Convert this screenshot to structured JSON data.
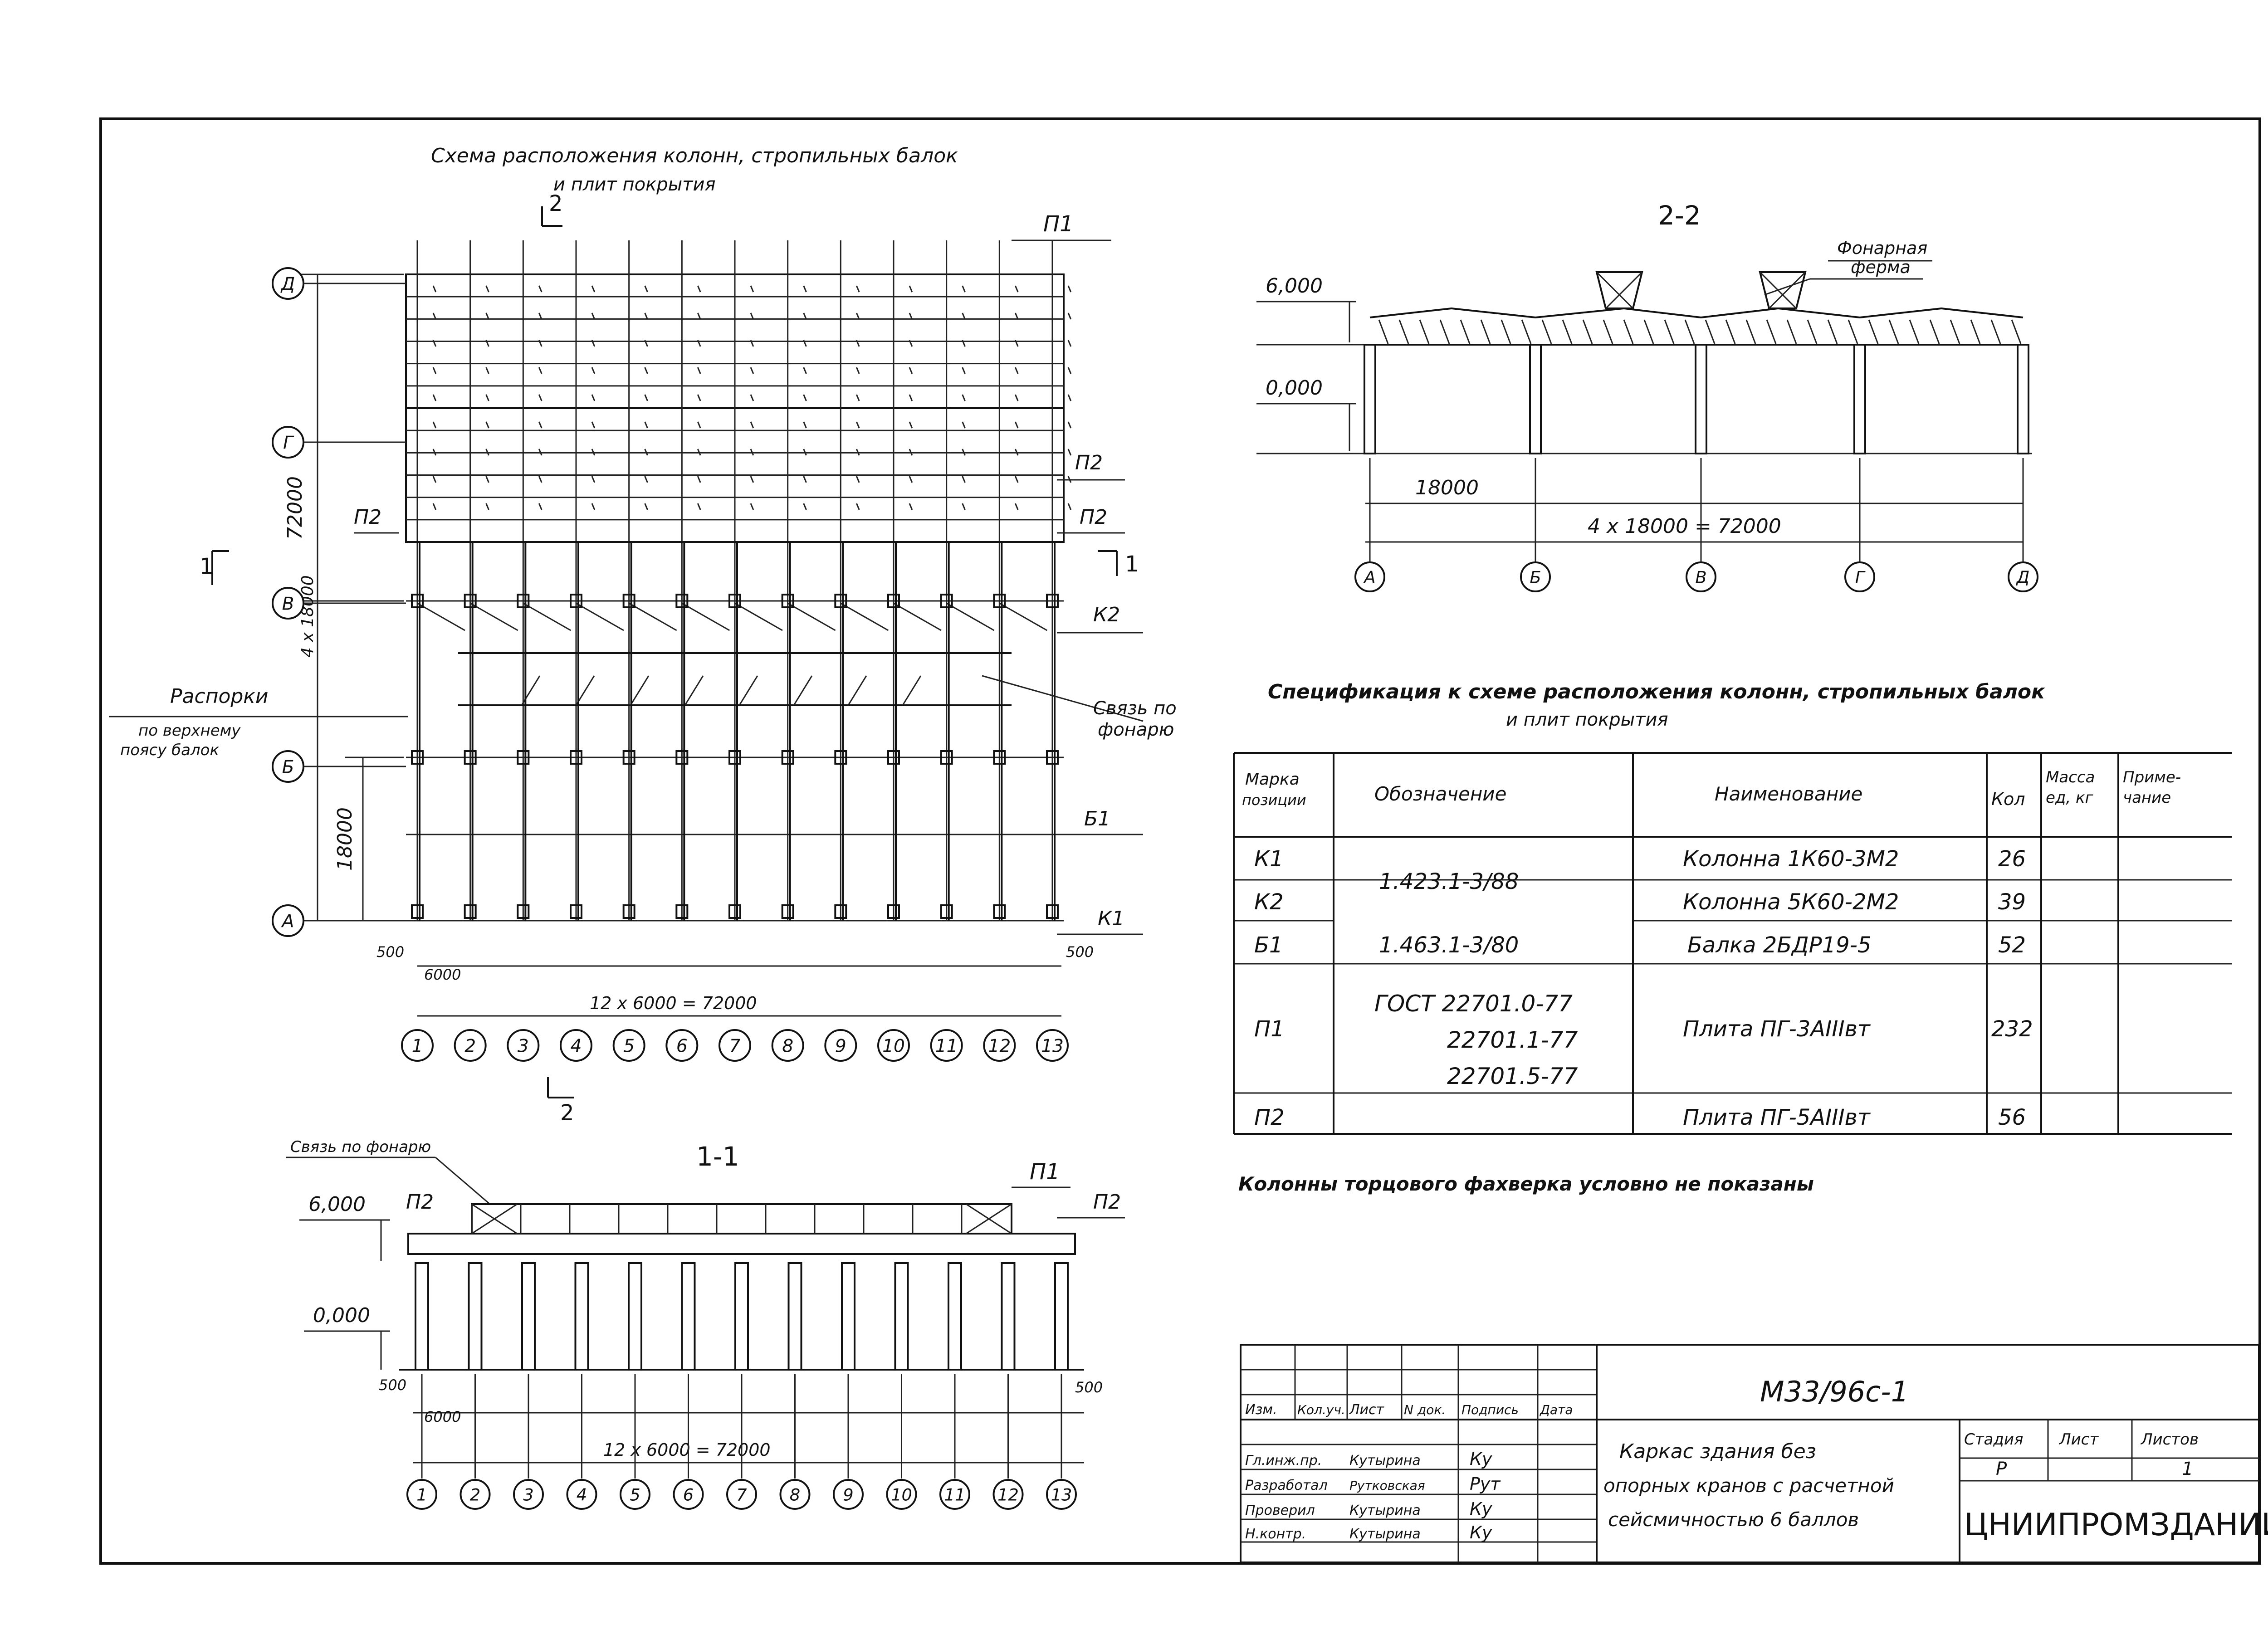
{
  "plan": {
    "title_line1": "Схема расположения колонн, стропильных балок",
    "title_line2": "и плит покрытия",
    "axes_cols": [
      "1",
      "2",
      "3",
      "4",
      "5",
      "6",
      "7",
      "8",
      "9",
      "10",
      "11",
      "12",
      "13"
    ],
    "axes_rows": [
      "Д",
      "Г",
      "В",
      "Б",
      "А"
    ],
    "labels": {
      "p1": "П1",
      "p2": "П2",
      "k1": "К1",
      "k2": "К2",
      "b1": "Б1"
    },
    "section_2": "2",
    "section_1": "1",
    "dim_72000": "72000",
    "dim_4x18000": "4 х 18000",
    "dim_18000": "18000",
    "dim_500": "500",
    "dim_6000": "6000",
    "dim_total": "12 х 6000 = 72000",
    "raspor_line1": "Распорки",
    "raspor_line2": "по верхнему",
    "raspor_line3": "поясу балок",
    "svyaz_line1": "Связь по",
    "svyaz_line2": "фонарю"
  },
  "section22": {
    "title": "2-2",
    "fonar_line1": "Фонарная",
    "fonar_line2": "ферма",
    "level_top": "6,000",
    "level_zero": "0,000",
    "dim_18000": "18000",
    "dim_total": "4 х 18000 = 72000",
    "axes": [
      "А",
      "Б",
      "В",
      "Г",
      "Д"
    ]
  },
  "section11": {
    "title": "1-1",
    "svyaz": "Связь по фонарю",
    "p1": "П1",
    "p2_left": "П2",
    "p2_right": "П2",
    "level_top": "6,000",
    "level_zero": "0,000",
    "dim_500": "500",
    "dim_6000": "6000",
    "dim_total": "12 х 6000 = 72000",
    "axes": [
      "1",
      "2",
      "3",
      "4",
      "5",
      "6",
      "7",
      "8",
      "9",
      "10",
      "11",
      "12",
      "13"
    ]
  },
  "spec": {
    "title_line1": "Спецификация к схеме расположения колонн, стропильных балок",
    "title_line2": "и плит покрытия",
    "headers": {
      "mark_line1": "Марка",
      "mark_line2": "позиции",
      "designation": "Обозначение",
      "name": "Наименование",
      "qty": "Кол",
      "mass_line1": "Масса",
      "mass_line2": "ед, кг",
      "note_line1": "Приме-",
      "note_line2": "чание"
    },
    "rows": [
      {
        "mark": "К1",
        "designation": "1.423.1-3/88",
        "name": "Колонна 1К60-3М2",
        "qty": "26"
      },
      {
        "mark": "К2",
        "designation": "",
        "name": "Колонна 5К60-2М2",
        "qty": "39"
      },
      {
        "mark": "Б1",
        "designation": "1.463.1-3/80",
        "name": "Балка 2БДР19-5",
        "qty": "52"
      },
      {
        "mark": "П1",
        "designation_line1": "ГОСТ 22701.0-77",
        "designation_line2": "22701.1-77",
        "designation_line3": "22701.5-77",
        "name": "Плита ПГ-3АIIIвт",
        "qty": "232"
      },
      {
        "mark": "П2",
        "designation": "",
        "name": "Плита ПГ-5АIIIвт",
        "qty": "56"
      }
    ],
    "note": "Колонны торцового фахверка условно не показаны"
  },
  "stamp": {
    "code": "М33/96с-1",
    "headers": [
      "Изм.",
      "Кол.уч.",
      "Лист",
      "N док.",
      "Подпись",
      "Дата"
    ],
    "roles": [
      {
        "role": "Гл.инж.пр.",
        "name": "Кутырина",
        "sign": "Ку"
      },
      {
        "role": "Разработал",
        "name": "Рутковская",
        "sign": "Рут"
      },
      {
        "role": "Проверил",
        "name": "Кутырина",
        "sign": "Ку"
      },
      {
        "role": "Н.контр.",
        "name": "Кутырина",
        "sign": "Ку"
      }
    ],
    "title_line1": "Каркас здания без",
    "title_line2": "опорных кранов с расчетной",
    "title_line3": "сейсмичностью 6 баллов",
    "stage_label": "Стадия",
    "sheet_label": "Лист",
    "sheets_label": "Листов",
    "stage": "Р",
    "sheet": "1",
    "org": "ЦНИИПРОМЗДАНИЙ"
  }
}
